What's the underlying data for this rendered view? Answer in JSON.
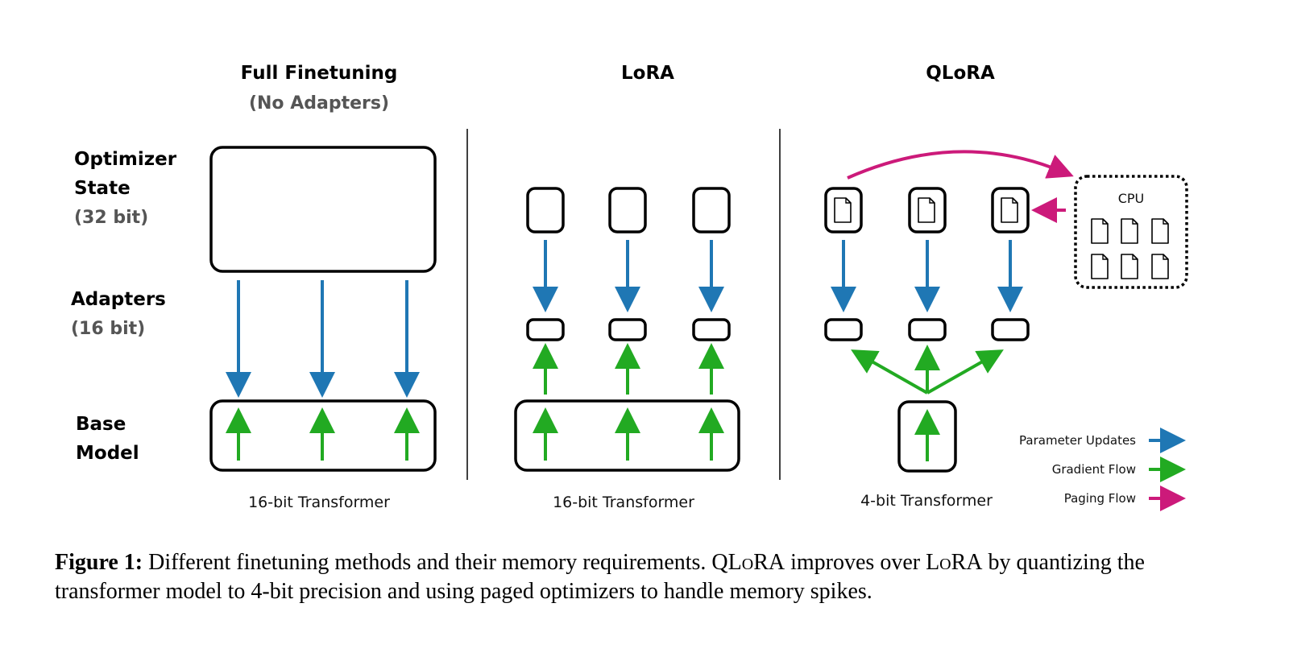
{
  "columns": [
    {
      "title": "Full Finetuning",
      "subtitle": "(No Adapters)",
      "footer": "16-bit Transformer"
    },
    {
      "title": "LoRA",
      "subtitle": "",
      "footer": "16-bit Transformer"
    },
    {
      "title": "QLoRA",
      "subtitle": "",
      "footer": "4-bit Transformer"
    }
  ],
  "rows": {
    "optimizer": {
      "line1": "Optimizer",
      "line2": "State",
      "line3": "(32 bit)"
    },
    "adapters": {
      "line1": "Adapters",
      "line2": "(16 bit)"
    },
    "base": {
      "line1": "Base",
      "line2": "Model"
    }
  },
  "cpu_label": "CPU",
  "legend": [
    {
      "label": "Parameter Updates",
      "color": "#1f77b4"
    },
    {
      "label": "Gradient Flow",
      "color": "#22aa22"
    },
    {
      "label": "Paging Flow",
      "color": "#cc1a7a"
    }
  ],
  "colors": {
    "blue": "#1f77b4",
    "green": "#22aa22",
    "magenta": "#cc1a7a"
  },
  "caption": {
    "label": "Figure 1:",
    "text_a": " Different finetuning methods and their memory requirements. Q",
    "sc1": "LoRA",
    "text_b": " improves over ",
    "sc2": "LoRA",
    "text_c": " by quantizing the transformer model to 4-bit precision and using paged optimizers to handle memory spikes."
  }
}
